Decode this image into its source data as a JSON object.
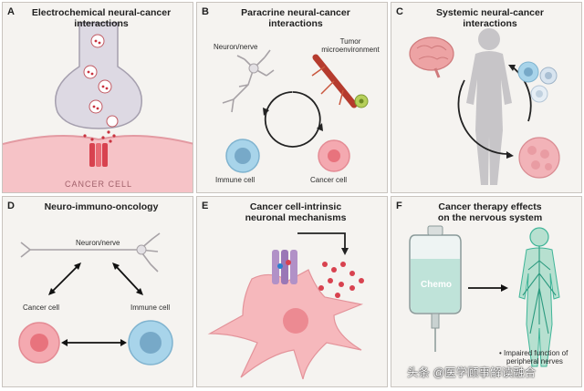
{
  "panels": [
    {
      "letter": "A",
      "title_lines": [
        "Electrochemical neural-cancer",
        "interactions"
      ],
      "labels": {
        "cancer_cell": "CANCER CELL"
      }
    },
    {
      "letter": "B",
      "title_lines": [
        "Paracrine neural-cancer",
        "interactions"
      ],
      "labels": {
        "neuron": "Neuron/nerve",
        "tumor_line1": "Tumor",
        "tumor_line2": "microenvironment",
        "immune": "Immune cell",
        "cancer": "Cancer cell"
      }
    },
    {
      "letter": "C",
      "title_lines": [
        "Systemic neural-cancer",
        "interactions"
      ]
    },
    {
      "letter": "D",
      "title_lines": [
        "Neuro-immuno-oncology"
      ],
      "labels": {
        "neuron": "Neuron/nerve",
        "cancer": "Cancer cell",
        "immune": "Immune cell"
      }
    },
    {
      "letter": "E",
      "title_lines": [
        "Cancer cell-intrinsic",
        "neuronal mechanisms"
      ]
    },
    {
      "letter": "F",
      "title_lines": [
        "Cancer therapy effects",
        "on the nervous system"
      ],
      "labels": {
        "chemo": "Chemo",
        "bullet_line1": "• Impaired function of",
        "bullet_line2": "peripheral nerves"
      }
    }
  ],
  "watermark": "头条 @医学顾事解读融合",
  "colors": {
    "panel_bg": "#f5f3f0",
    "border": "#c9c4bf",
    "pink": "#f4a9b0",
    "red": "#d8424f",
    "blue": "#a8d4ea",
    "teal": "#3fb598",
    "lilac": "#d9d5e0"
  }
}
